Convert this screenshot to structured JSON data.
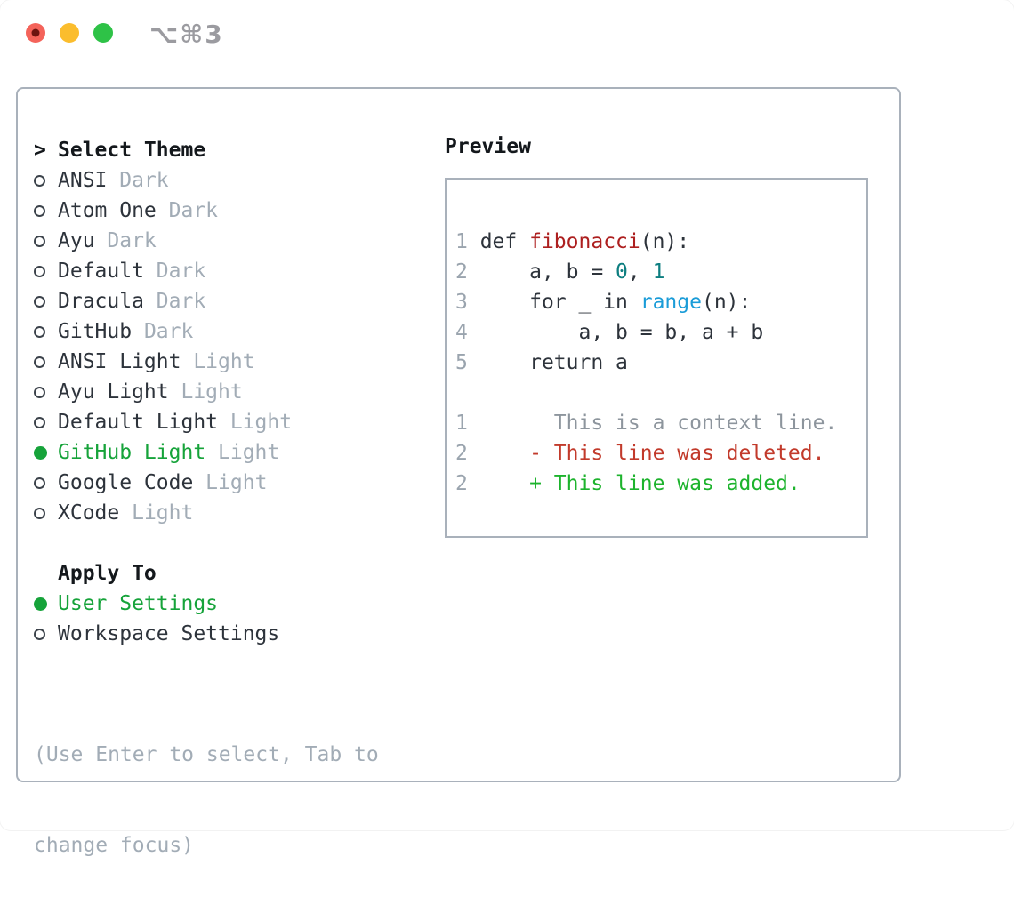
{
  "titlebar": {
    "shortcut": "⌥⌘3",
    "traffic_lights": [
      "close",
      "minimize",
      "zoom"
    ]
  },
  "theme_list": {
    "header_prefix": ">",
    "header": "Select Theme",
    "items": [
      {
        "name": "ANSI",
        "variant": "Dark",
        "selected": false
      },
      {
        "name": "Atom One",
        "variant": "Dark",
        "selected": false
      },
      {
        "name": "Ayu",
        "variant": "Dark",
        "selected": false
      },
      {
        "name": "Default",
        "variant": "Dark",
        "selected": false
      },
      {
        "name": "Dracula",
        "variant": "Dark",
        "selected": false
      },
      {
        "name": "GitHub",
        "variant": "Dark",
        "selected": false
      },
      {
        "name": "ANSI Light",
        "variant": "Light",
        "selected": false
      },
      {
        "name": "Ayu Light",
        "variant": "Light",
        "selected": false
      },
      {
        "name": "Default Light",
        "variant": "Light",
        "selected": false
      },
      {
        "name": "GitHub Light",
        "variant": "Light",
        "selected": true
      },
      {
        "name": "Google Code",
        "variant": "Light",
        "selected": false
      },
      {
        "name": "XCode",
        "variant": "Light",
        "selected": false
      }
    ]
  },
  "apply_to": {
    "header": "Apply To",
    "items": [
      {
        "name": "User Settings",
        "selected": true
      },
      {
        "name": "Workspace Settings",
        "selected": false
      }
    ]
  },
  "hint": {
    "line1": "(Use Enter to select, Tab to",
    "line2": "change focus)"
  },
  "preview": {
    "title": "Preview",
    "code_lines": [
      {
        "num": "1",
        "segments": [
          {
            "text": " def ",
            "style": "plain"
          },
          {
            "text": "fibonacci",
            "style": "func"
          },
          {
            "text": "(n):",
            "style": "plain"
          }
        ]
      },
      {
        "num": "2",
        "segments": [
          {
            "text": "     a, b = ",
            "style": "plain"
          },
          {
            "text": "0",
            "style": "number"
          },
          {
            "text": ", ",
            "style": "plain"
          },
          {
            "text": "1",
            "style": "number"
          }
        ]
      },
      {
        "num": "3",
        "segments": [
          {
            "text": "     for _ in ",
            "style": "plain"
          },
          {
            "text": "range",
            "style": "builtin"
          },
          {
            "text": "(n):",
            "style": "plain"
          }
        ]
      },
      {
        "num": "4",
        "segments": [
          {
            "text": "         a, b = b, a + b",
            "style": "plain"
          }
        ]
      },
      {
        "num": "5",
        "segments": [
          {
            "text": "     return a",
            "style": "plain"
          }
        ]
      },
      {
        "num": "",
        "segments": []
      },
      {
        "num": "1",
        "segments": [
          {
            "text": "       This is a context line.",
            "style": "context"
          }
        ]
      },
      {
        "num": "2",
        "segments": [
          {
            "text": "     - This line was deleted.",
            "style": "deleted"
          }
        ]
      },
      {
        "num": "2",
        "segments": [
          {
            "text": "     + This line was added.",
            "style": "added"
          }
        ]
      }
    ]
  },
  "colors": {
    "selected_green": "#16a33a",
    "added_green": "#1db32d",
    "deleted_red": "#c23a2b",
    "function_red": "#ad1f1f",
    "number_teal": "#0d7e80",
    "builtin_blue": "#1a9cd8",
    "border_gray": "#a9b1bb",
    "muted_gray": "#a2acb6",
    "traffic_red": "#f4635a",
    "traffic_red_dot": "#6d1410",
    "traffic_yellow": "#fbbd2d",
    "traffic_green": "#2ec247"
  }
}
